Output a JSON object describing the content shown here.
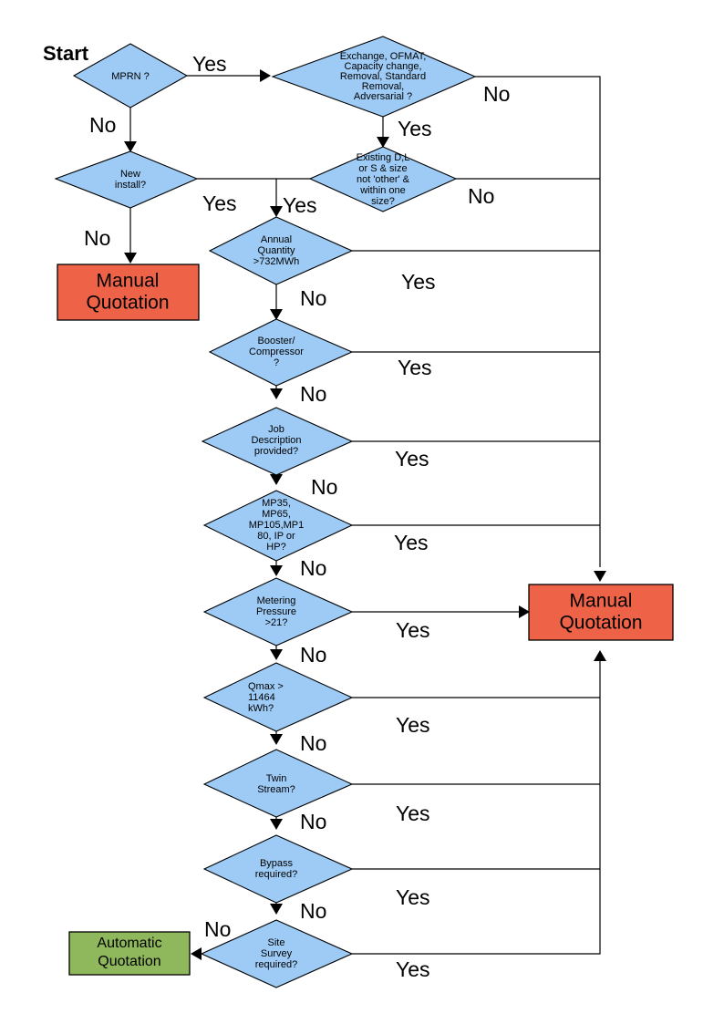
{
  "diagram": {
    "type": "flowchart",
    "title_label": "Start",
    "edge_labels": {
      "yes": "Yes",
      "no": "No"
    },
    "colors": {
      "decision": "#9DCBF5",
      "manual_terminal": "#EE6347",
      "automatic_terminal": "#8FB85C",
      "line": "#000000"
    },
    "decisions": [
      {
        "id": "mprn",
        "lines": [
          "MPRN ?"
        ]
      },
      {
        "id": "exchange",
        "lines": [
          "Exchange, OFMAT,",
          "Capacity change,",
          "Removal, Standard",
          "Removal,",
          "Adversarial ?"
        ]
      },
      {
        "id": "new-install",
        "lines": [
          "New",
          "install?"
        ]
      },
      {
        "id": "existing-dls",
        "lines": [
          "Existing D,L",
          "or S & size",
          "not 'other' &",
          "within one",
          "size?"
        ]
      },
      {
        "id": "annual-qty",
        "lines": [
          "Annual",
          "Quantity",
          ">732MWh"
        ]
      },
      {
        "id": "booster",
        "lines": [
          "Booster/",
          "Compressor",
          "?"
        ]
      },
      {
        "id": "job-desc",
        "lines": [
          "Job",
          "Description",
          "provided?"
        ]
      },
      {
        "id": "mp-class",
        "lines": [
          "MP35,",
          "MP65,",
          "MP105,MP1",
          "80, IP or",
          "HP?"
        ]
      },
      {
        "id": "metering",
        "lines": [
          "Metering",
          "Pressure",
          ">21?"
        ]
      },
      {
        "id": "qmax",
        "lines": [
          "Qmax >",
          "11464",
          "kWh?"
        ]
      },
      {
        "id": "twin-stream",
        "lines": [
          "Twin",
          "Stream?"
        ]
      },
      {
        "id": "bypass",
        "lines": [
          "Bypass",
          "required?"
        ]
      },
      {
        "id": "site-survey",
        "lines": [
          "Site",
          "Survey",
          "required?"
        ]
      }
    ],
    "terminals": [
      {
        "id": "manual-left",
        "lines": [
          "Manual",
          "Quotation"
        ]
      },
      {
        "id": "manual-right",
        "lines": [
          "Manual",
          "Quotation"
        ]
      },
      {
        "id": "automatic",
        "lines": [
          "Automatic",
          "Quotation"
        ]
      }
    ]
  }
}
